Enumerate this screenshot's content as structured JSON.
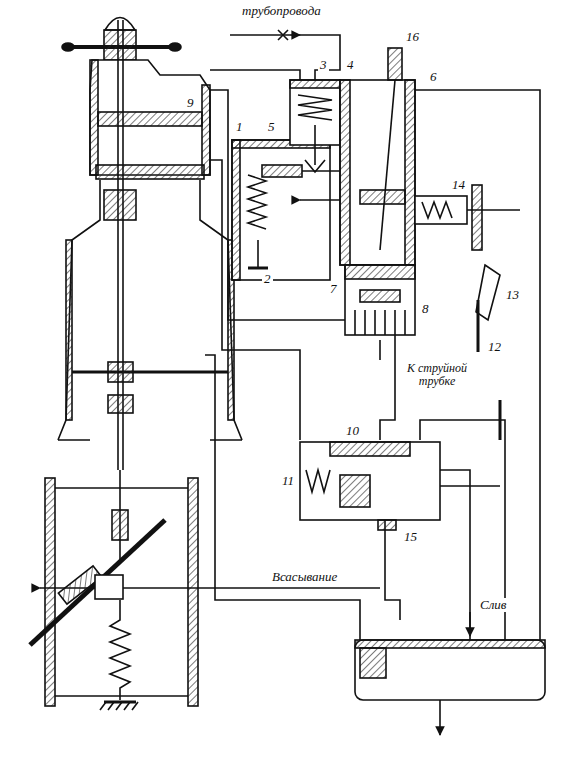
{
  "diagram": {
    "labels": [
      "трубопровода",
      "1",
      "5",
      "3",
      "4",
      "16",
      "6",
      "14",
      "9",
      "2",
      "7",
      "8",
      "13",
      "12",
      "К струйной трубке",
      "10",
      "11",
      "15",
      "Слив",
      "Всасывание"
    ]
  }
}
